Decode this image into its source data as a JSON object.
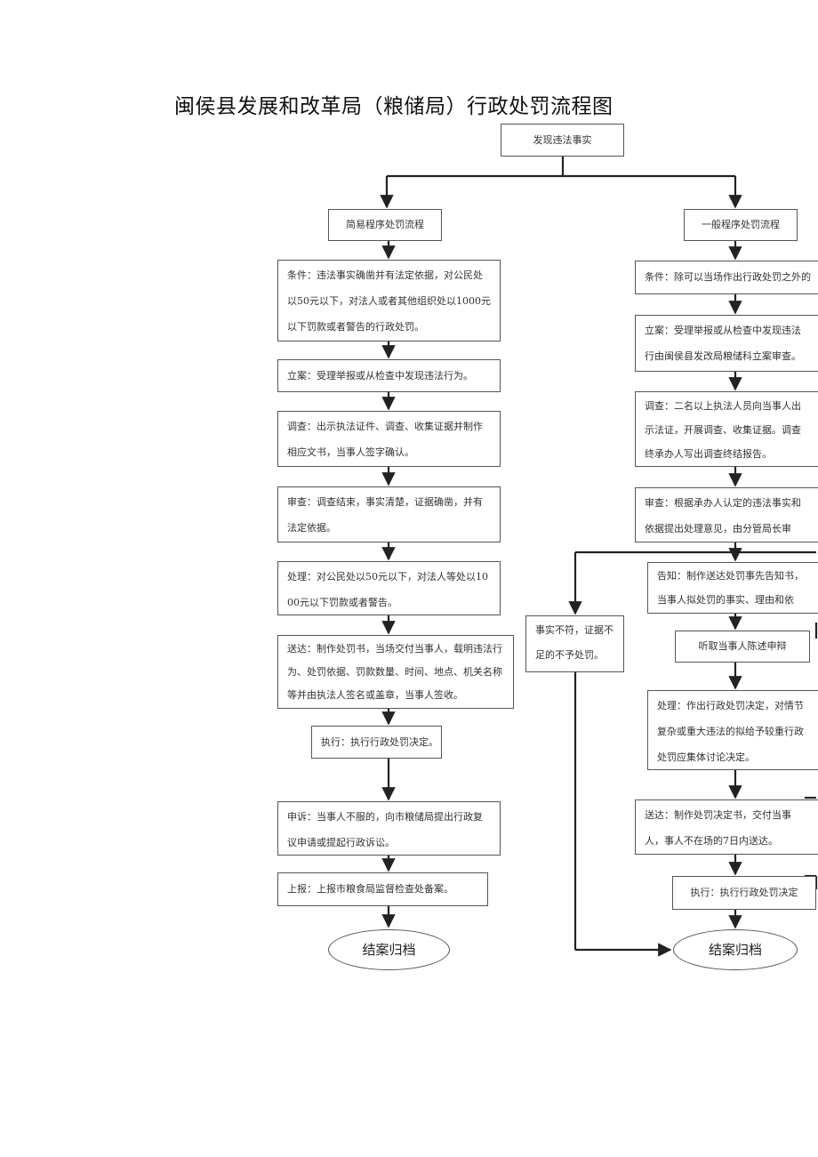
{
  "title": "闽侯县发展和改革局（粮储局）行政处罚流程图",
  "start": "发现违法事实",
  "simple": {
    "header": "简易程序处罚流程",
    "condition": "条件：违法事实确凿并有法定依据，对公民处以50元以下，对法人或者其他组织处以1000元以下罚款或者警告的行政处罚。",
    "filing": "立案：受理举报或从检查中发现违法行为。",
    "investigation": "调查：出示执法证件、调查、收集证据并制作相应文书，当事人签字确认。",
    "review": "审查：调查结束，事实清楚，证据确凿，并有法定依据。",
    "handling": "处理：对公民处以50元以下，对法人等处以1000元以下罚款或者警告。",
    "delivery": "送达：制作处罚书，当场交付当事人，载明违法行为、处罚依据、罚款数量、时间、地点、机关名称等并由执法人签名或盖章，当事人签收。",
    "execution": "执行：执行行政处罚决定。",
    "appeal": "申诉：当事人不服的，向市粮储局提出行政复议申请或提起行政诉讼。",
    "report": "上报：上报市粮食局监督检查处备案。",
    "close": "结案归档"
  },
  "general": {
    "header": "一般程序处罚流程",
    "condition": "条件：除可以当场作出行政处罚之外的",
    "filing": "立案：受理举报或从检查中发现违法行由闽侯县发改局粮储科立案审查。",
    "investigation": "调查：二名以上执法人员向当事人出示法证，开展调查、收集证据。调查终承办人写出调查终结报告。",
    "review": "审查：根据承办人认定的违法事实和依据提出处理意见，由分管局长审批。",
    "notice": "告知：制作送达处罚事先告知书，当事人拟处罚的事实、理由和依据。",
    "hearing": "听取当事人陈述申辩",
    "handling": "处理：作出行政处罚决定，对情节复杂或重大违法的拟给予较重行政处罚应集体讨论决定。",
    "delivery": "送达：制作处罚决定书，交付当事人，事人不在场的7日内送达。",
    "execution": "执行：执行行政处罚决定",
    "close": "结案归档"
  },
  "no_penalty": "事实不符，证据不足的不予处罚。"
}
